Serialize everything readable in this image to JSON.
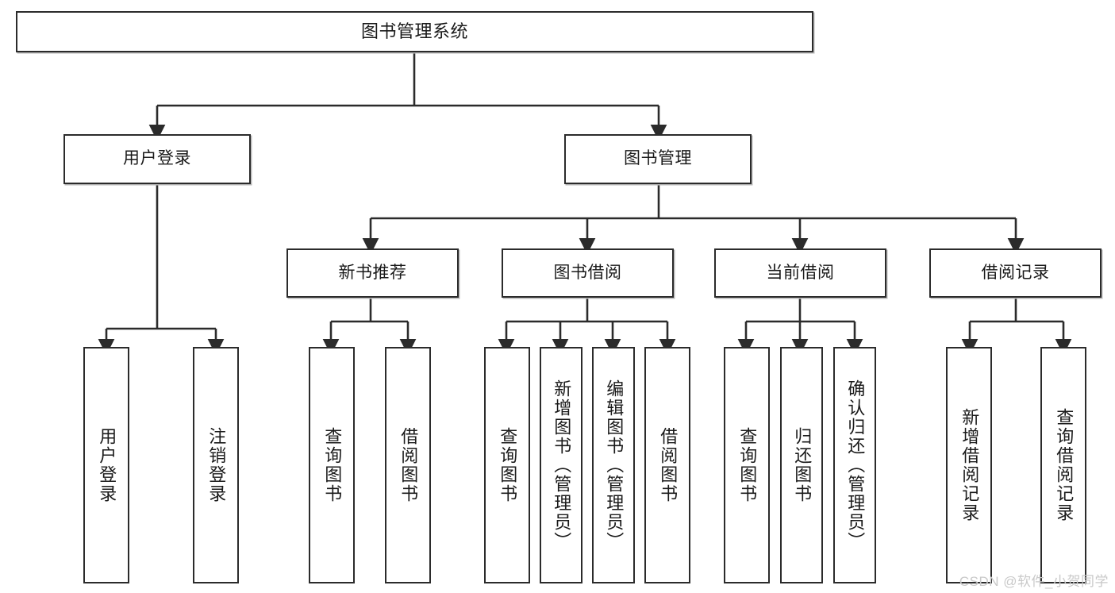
{
  "diagram": {
    "type": "tree",
    "title": "图书管理系统",
    "watermark": "CSDN @软件_小贺同学",
    "colors": {
      "box_border": "#2b2b2b",
      "box_fill": "#ffffff",
      "line": "#2b2b2b",
      "text": "#1a1a1a",
      "watermark": "#c9c9c9"
    },
    "nodes": {
      "root": {
        "label": "图书管理系统"
      },
      "level1": [
        {
          "label": "用户登录"
        },
        {
          "label": "图书管理"
        }
      ],
      "level2": [
        {
          "label": "新书推荐"
        },
        {
          "label": "图书借阅"
        },
        {
          "label": "当前借阅"
        },
        {
          "label": "借阅记录"
        }
      ],
      "leaves": {
        "user_login": [
          {
            "label": "用户登录"
          },
          {
            "label": "注销登录"
          }
        ],
        "new_book_recommend": [
          {
            "label": "查询图书"
          },
          {
            "label": "借阅图书"
          }
        ],
        "book_borrow": [
          {
            "label": "查询图书"
          },
          {
            "label": "新增图书（管理员）"
          },
          {
            "label": "编辑图书（管理员）"
          },
          {
            "label": "借阅图书"
          }
        ],
        "current_borrow": [
          {
            "label": "查询图书"
          },
          {
            "label": "归还图书"
          },
          {
            "label": "确认归还（管理员）"
          }
        ],
        "borrow_record": [
          {
            "label": "新增借阅记录"
          },
          {
            "label": "查询借阅记录"
          }
        ]
      }
    }
  }
}
